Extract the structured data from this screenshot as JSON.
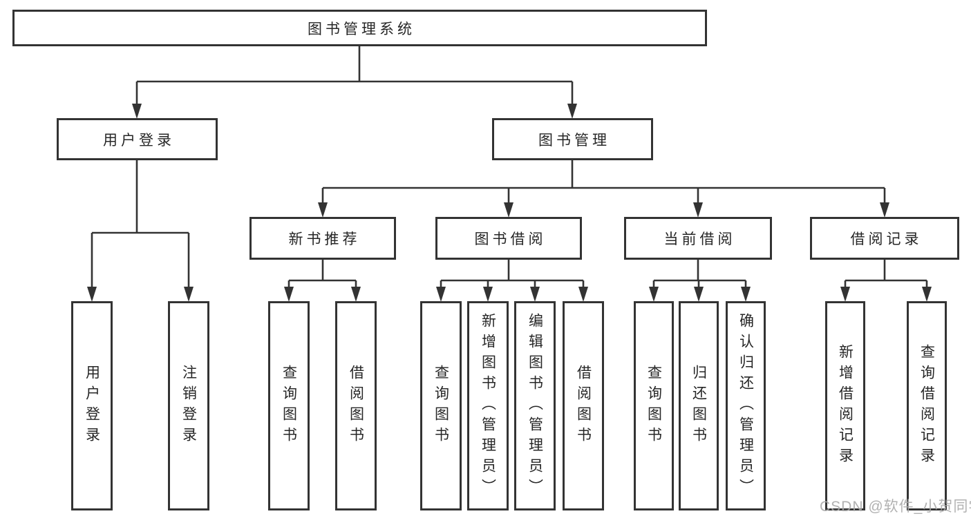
{
  "tree": {
    "root": {
      "label": "图书管理系统",
      "children": [
        {
          "label": "用户登录",
          "children": [
            {
              "label": "用户登录"
            },
            {
              "label": "注销登录"
            }
          ]
        },
        {
          "label": "图书管理",
          "children": [
            {
              "label": "新书推荐",
              "children": [
                {
                  "label": "查询图书"
                },
                {
                  "label": "借阅图书"
                }
              ]
            },
            {
              "label": "图书借阅",
              "children": [
                {
                  "label": "查询图书"
                },
                {
                  "label": "新增图书（管理员）"
                },
                {
                  "label": "编辑图书（管理员）"
                },
                {
                  "label": "借阅图书"
                }
              ]
            },
            {
              "label": "当前借阅",
              "children": [
                {
                  "label": "查询图书"
                },
                {
                  "label": "归还图书"
                },
                {
                  "label": "确认归还（管理员）"
                }
              ]
            },
            {
              "label": "借阅记录",
              "children": [
                {
                  "label": "新增借阅记录"
                },
                {
                  "label": "查询借阅记录"
                }
              ]
            }
          ]
        }
      ]
    }
  },
  "watermark": {
    "text": "CSDN @软件_小贺同学"
  },
  "colors": {
    "line": "#333333",
    "box_border": "#333333",
    "box_fill": "#ffffff",
    "text": "#262626",
    "watermark": "#ababab"
  }
}
